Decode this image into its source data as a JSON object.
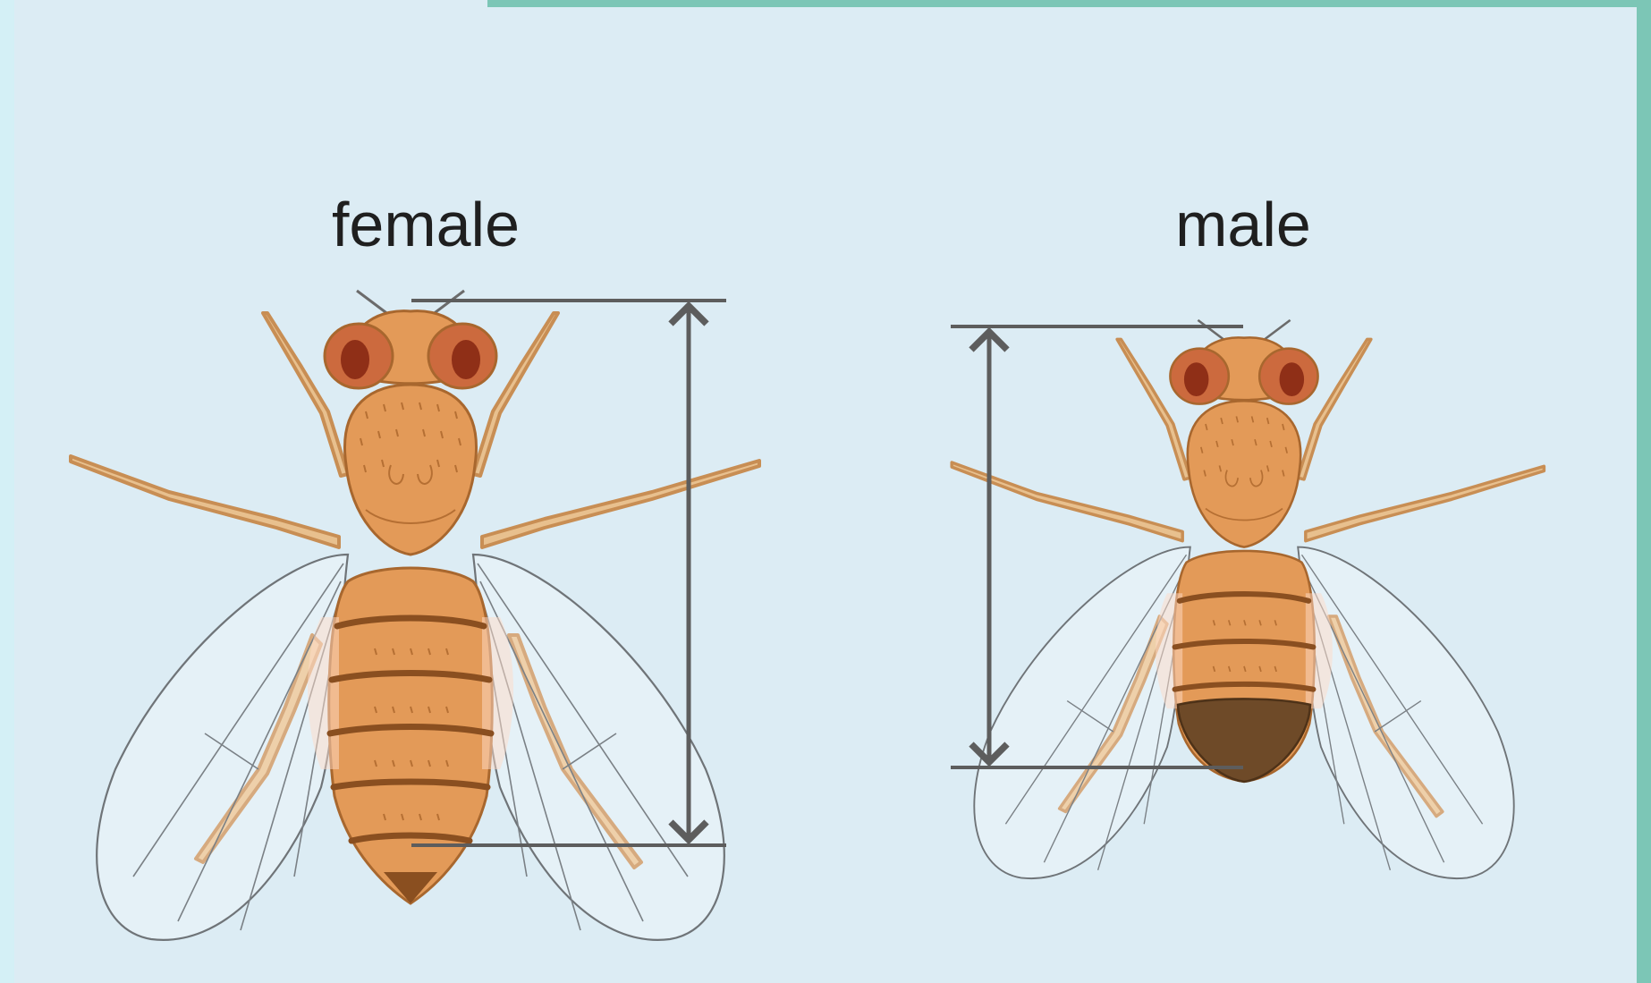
{
  "labels": {
    "female": "female",
    "male": "male"
  },
  "colors": {
    "background": "#dcecf4",
    "frame_accent": "#7cc6b6",
    "body_fill": "#e39a58",
    "body_outline": "#a8672e",
    "stripe": "#8a4f20",
    "eye": "#cc6a3e",
    "eye_inner": "#8f2f17",
    "leg": "#e8c08e",
    "wing_stroke": "#6f7478",
    "male_tip": "#6e4a28",
    "measure_line": "#5d5d5d"
  },
  "icons": {
    "female_fly": "female-fruit-fly-illustration",
    "male_fly": "male-fruit-fly-illustration",
    "female_arrow": "double-headed-length-arrow",
    "male_arrow": "double-headed-length-arrow"
  }
}
